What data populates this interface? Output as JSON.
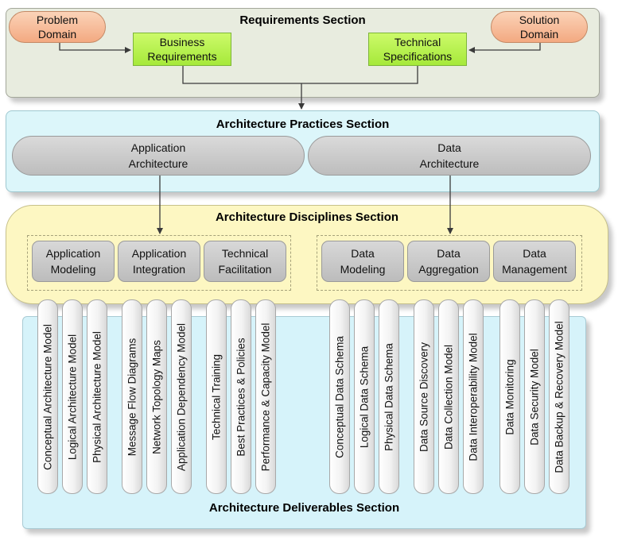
{
  "requirements": {
    "title": "Requirements Section",
    "problem_domain": "Problem Domain",
    "solution_domain": "Solution Domain",
    "business_requirements": "Business Requirements",
    "technical_specifications": "Technical Specifications"
  },
  "practices": {
    "title": "Architecture Practices Section",
    "application_architecture": "Application Architecture",
    "data_architecture": "Data Architecture"
  },
  "disciplines": {
    "title": "Architecture Disciplines Section",
    "items": [
      "Application Modeling",
      "Application Integration",
      "Technical Facilitation",
      "Data Modeling",
      "Data Aggregation",
      "Data Management"
    ]
  },
  "deliverables": {
    "title": "Architecture Deliverables Section",
    "items": [
      "Conceptual Architecture Model",
      "Logical Architecture Model",
      "Physical Architecture Model",
      "Message Flow Diagrams",
      "Network Topology Maps",
      "Application Dependency Model",
      "Technical Training",
      "Best Practices & Policies",
      "Performance & Capacity Model",
      "Conceptual Data Schema",
      "Logical Data Schema",
      "Physical Data Schema",
      "Data Source Discovery",
      "Data Collection Model",
      "Data Interoperability Model",
      "Data Monitoring",
      "Data Security Model",
      "Data Backup & Recovery Model"
    ]
  },
  "colors": {
    "requirements_bg": "#e9eedf",
    "practices_bg": "#dcf7fb",
    "disciplines_bg": "#fdf7c2",
    "deliverables_bg": "#d6f3fa",
    "green_box": "#b6f04a",
    "orange_pill": "#f5b48f",
    "gray_pill": "#c9c9c9"
  }
}
